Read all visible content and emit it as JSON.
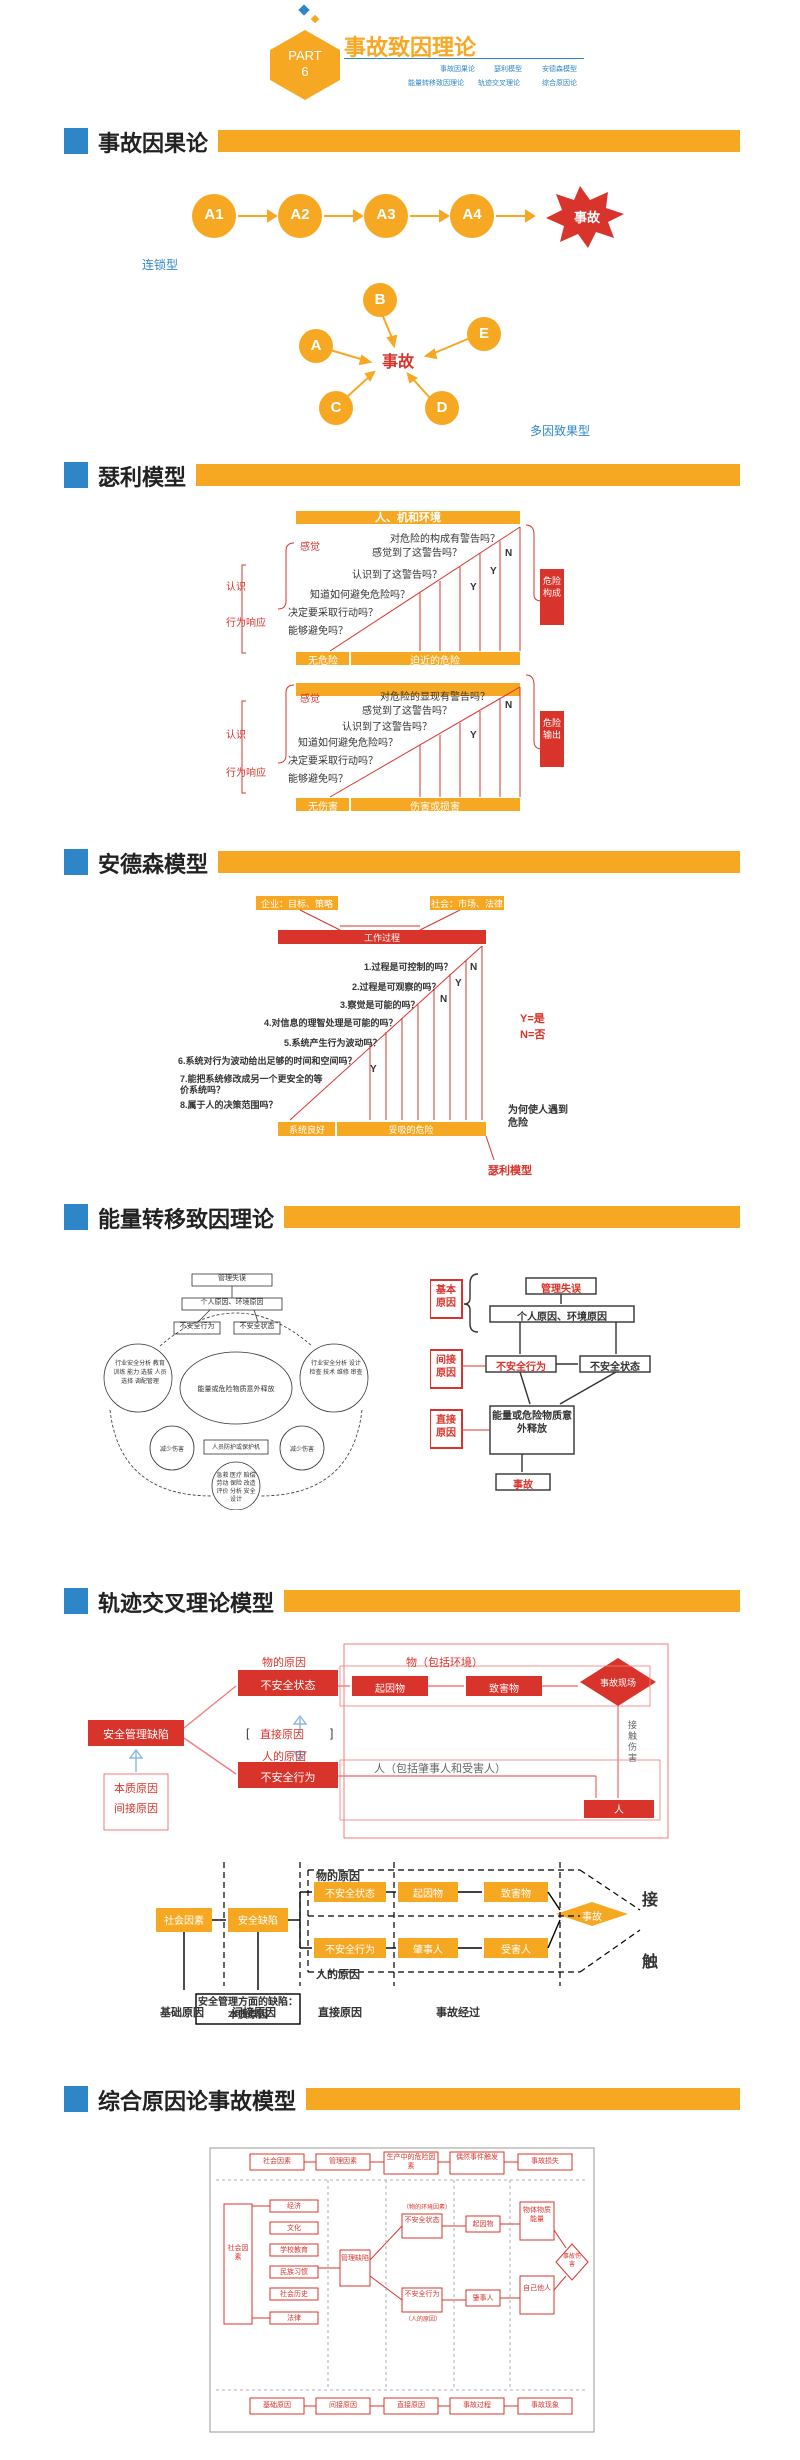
{
  "header": {
    "part_label": "PART",
    "part_number": "6",
    "title": "事故致因理论",
    "nav": [
      "事故因果论",
      "瑟利模型",
      "安德森模型",
      "能量转移致因理论",
      "轨迹交叉理论",
      "综合原因论"
    ]
  },
  "sections": {
    "s1": {
      "title": "事故因果论",
      "chain": [
        "A1",
        "A2",
        "A3",
        "A4"
      ],
      "accident": "事故",
      "chain_caption": "连锁型",
      "multi_nodes": [
        "B",
        "E",
        "A",
        "C",
        "D"
      ],
      "multi_center": "事故",
      "multi_caption": "多因致果型"
    },
    "s2": {
      "title": "瑟利模型",
      "top_bar": "人、机和环境",
      "stage1_q": [
        "对危险的构成有警告吗？",
        "感觉到了这警告吗？",
        "认识到了这警告吗？",
        "知道如何避免危险吗？",
        "决定要采取行动吗？",
        "能够避免吗？"
      ],
      "stage2_q": [
        "对危险的显现有警告吗？",
        "感觉到了这警告吗？",
        "认识到了这警告吗？",
        "知道如何避免危险吗？",
        "决定要采取行动吗？",
        "能够避免吗？"
      ],
      "labels": {
        "perceive": "感觉",
        "cognize": "认识",
        "response": "行为响应"
      },
      "bottom1": [
        "无危险",
        "迫近的危险"
      ],
      "bottom2": [
        "无伤害",
        "伤害或损害"
      ],
      "side1": "危险构成",
      "side2": "危险输出",
      "Y": "Y",
      "N": "N"
    },
    "s3": {
      "title": "安德森模型",
      "top_left": "企业：目标、策略",
      "top_right": "社会：市场、法律",
      "process": "工作过程",
      "questions": [
        "1.过程是可控制的吗？",
        "2.过程是可观察的吗？",
        "3.察觉是可能的吗？",
        "4.对信息的理智处理是可能的吗？",
        "5.系统产生行为波动吗？",
        "6.系统对行为波动给出足够的时间和空间吗？",
        "7.能把系统修改成另一个更安全的等价系统吗？",
        "8.属于人的决策范围吗？"
      ],
      "bottom": [
        "系统良好",
        "妥吸的危险"
      ],
      "legend_y": "Y=是",
      "legend_n": "N=否",
      "right_note": "为何使人遇到危险",
      "seri": "瑟利模型",
      "Y": "Y",
      "N": "N"
    },
    "s4": {
      "title": "能量转移致因理论",
      "left_top": "管理失误",
      "left_sub": "个人原因、环境原因",
      "left_unsafe_act": "不安全行为",
      "left_unsafe_state": "不安全状态",
      "left_left": "行业安全分析 教育 训练 能力 选拔 人员选择 调配管理",
      "left_right": "行业安全分析 设计 检查 技术 维修 审查",
      "left_center": "能量或危险物质意外释放",
      "left_reduce1": "减少伤害",
      "left_reduce2": "减少伤害",
      "left_protect": "人员防护或保护机",
      "left_bottom": "急救 医疗 赔偿 劳动 保险 改造 评价 分析 安全设计",
      "labels": [
        "基本原因",
        "间接原因",
        "直接原因"
      ],
      "boxes": {
        "mgmt": "管理失误",
        "personal": "个人原因、环境原因",
        "act": "不安全行为",
        "state": "不安全状态",
        "energy": "能量或危险物质意外释放",
        "accident": "事故"
      }
    },
    "s5": {
      "title": "轨迹交叉理论模型",
      "top": {
        "thing_cause": "物的原因",
        "unsafe_state": "不安全状态",
        "source": "起因物",
        "harm": "致害物",
        "site": "事故现场",
        "thing_env": "物（包括环境）",
        "mgmt": "安全管理缺陷",
        "direct": "直接原因",
        "human_cause": "人的原因",
        "unsafe_act": "不安全行为",
        "human": "人（包括肇事人和受害人）",
        "person": "人",
        "contact": "接触伤害",
        "essential": "本质原因",
        "indirect": "间接原因",
        "bracket_l": "[",
        "bracket_r": "]"
      },
      "bottom": {
        "social": "社会因素",
        "mgmt_def": "安全缺陷",
        "thing_cause": "物的原因",
        "unsafe_state": "不安全状态",
        "source": "起因物",
        "harm": "致害物",
        "unsafe_act": "不安全行为",
        "perpetrator": "肇事人",
        "victim": "受害人",
        "human_cause": "人的原因",
        "accident": "事故",
        "contact": [
          "接",
          "触"
        ],
        "stages": [
          "基础原因",
          "间接原因",
          "直接原因",
          "事故经过"
        ],
        "note": "安全管理方面的缺陷：本质原因"
      }
    },
    "s6": {
      "title": "综合原因论事故模型",
      "flow": [
        "社会因素",
        "管理因素",
        "生产中的危险因素",
        "偶然事件触发",
        "事故损失"
      ],
      "social": "社会因素",
      "factors": [
        "经济",
        "文化",
        "学校教育",
        "民族习惯",
        "社会历史",
        "法律"
      ],
      "mgmt": "管理缺陷",
      "thing_env": "（物的环境因素）",
      "unsafe_state": "不安全状态",
      "source": "起因物",
      "unsafe_act": "不安全行为",
      "human": "（人的原因）",
      "perpetrator": "肇事人",
      "thing": "物体物质能量",
      "self": "自己他人",
      "accident": "事故伤害",
      "stages": [
        "基础原因",
        "间接原因",
        "直接原因",
        "事故过程",
        "事故现象"
      ]
    }
  },
  "colors": {
    "orange": "#f7a823",
    "blue": "#2e86c8",
    "red": "#d9342b",
    "pink": "#f47b7b"
  }
}
